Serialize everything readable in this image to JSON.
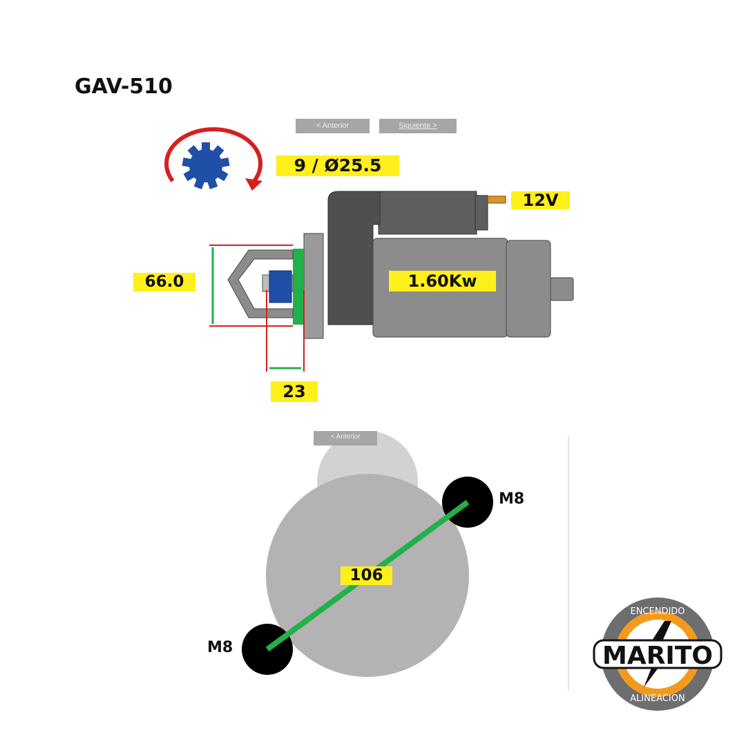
{
  "title": "GAV-510",
  "nav": {
    "prev_label": "< Anterior",
    "next_label": "Siguiente >",
    "prev_label_2": "< Anterior"
  },
  "specs": {
    "pinion": "9 / Ø25.5",
    "voltage": "12V",
    "power": "1.60Kw",
    "flange_diameter": "66.0",
    "pinion_offset": "23",
    "bolt_top": "M8",
    "bolt_bottom": "M8",
    "bolt_distance": "106"
  },
  "logo": {
    "name": "MARITO",
    "top_text": "ENCENDIDO",
    "bottom_text": "ALINEACION"
  },
  "colors": {
    "tag": "#ffef1a",
    "green": "#22b04a",
    "red": "#d62020",
    "blue": "#1f4fa6",
    "orange": "#f39a1e"
  }
}
